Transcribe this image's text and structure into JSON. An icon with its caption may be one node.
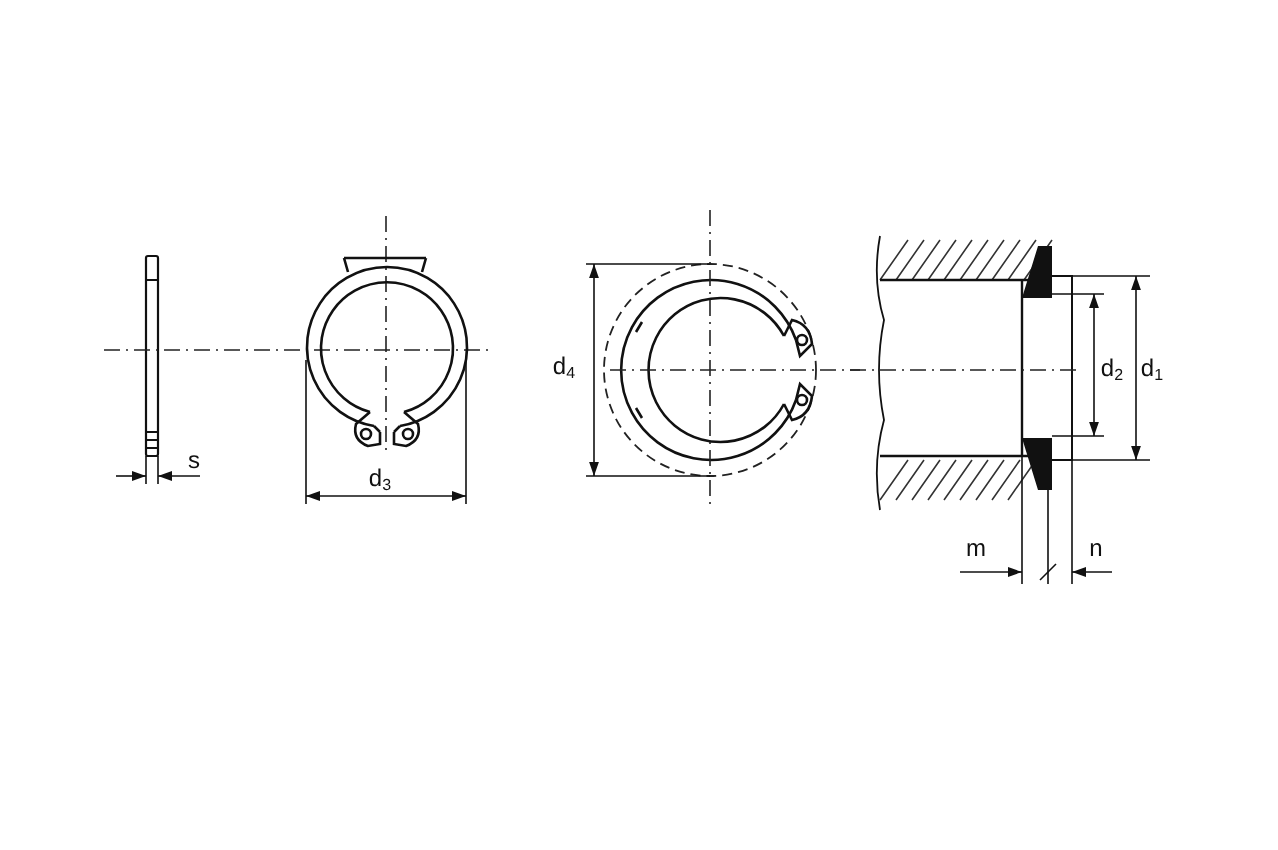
{
  "diagram": {
    "labels": [
      "d$_{4}$",
      "d$_{2}$",
      "d$_{1}$",
      "s",
      "d$_{3}$",
      "m",
      "n"
    ]
  }
}
